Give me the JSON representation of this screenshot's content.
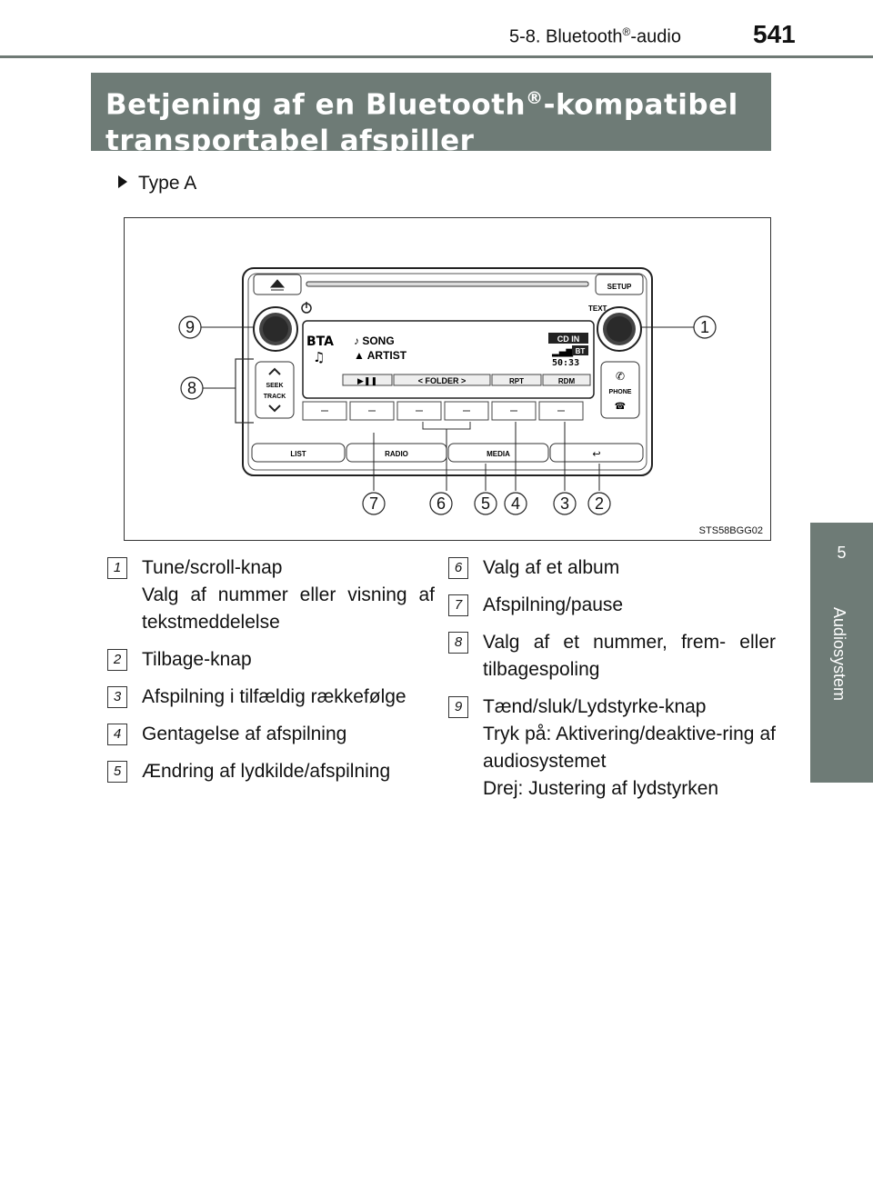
{
  "header": {
    "section_prefix": "5-8. Bluetooth",
    "section_reg": "®",
    "section_suffix": "-audio",
    "page_number": "541"
  },
  "title": {
    "line1_a": "Betjening af en Bluetooth",
    "line1_reg": "®",
    "line1_b": "-kompatibel",
    "line2": "transportabel afspiller"
  },
  "side_tab": {
    "number": "5",
    "label": "Audiosystem"
  },
  "type_label": "Type A",
  "figure": {
    "code": "STS58BGG02",
    "panel": {
      "setup": "SETUP",
      "text": "TEXT",
      "seek": "SEEK",
      "track": "TRACK",
      "phone": "PHONE",
      "list": "LIST",
      "radio": "RADIO",
      "media": "MEDIA",
      "bta": "BTA",
      "song": "SONG",
      "artist": "ARTIST",
      "cd_in": "CD IN",
      "bt": "BT",
      "time": "50:33",
      "folder": "FOLDER",
      "rpt": "RPT",
      "rdm": "RDM"
    },
    "callouts": [
      "1",
      "2",
      "3",
      "4",
      "5",
      "6",
      "7",
      "8",
      "9"
    ]
  },
  "items_left": [
    {
      "num": "1",
      "text": "Tune/scroll-knap",
      "desc": "Valg af nummer eller visning af tekstmeddelelse"
    },
    {
      "num": "2",
      "text": "Tilbage-knap"
    },
    {
      "num": "3",
      "text": "Afspilning i tilfældig rækkefølge"
    },
    {
      "num": "4",
      "text": "Gentagelse af afspilning"
    },
    {
      "num": "5",
      "text": "Ændring af lydkilde/afspilning"
    }
  ],
  "items_right": [
    {
      "num": "6",
      "text": "Valg af et album"
    },
    {
      "num": "7",
      "text": "Afspilning/pause"
    },
    {
      "num": "8",
      "text": "Valg af et nummer, frem- eller tilbagespoling"
    },
    {
      "num": "9",
      "text": "Tænd/sluk/Lydstyrke-knap",
      "desc": "Tryk på: Aktivering/deaktive-ring af audiosystemet",
      "extra": "Drej: Justering af lydstyrken"
    }
  ]
}
